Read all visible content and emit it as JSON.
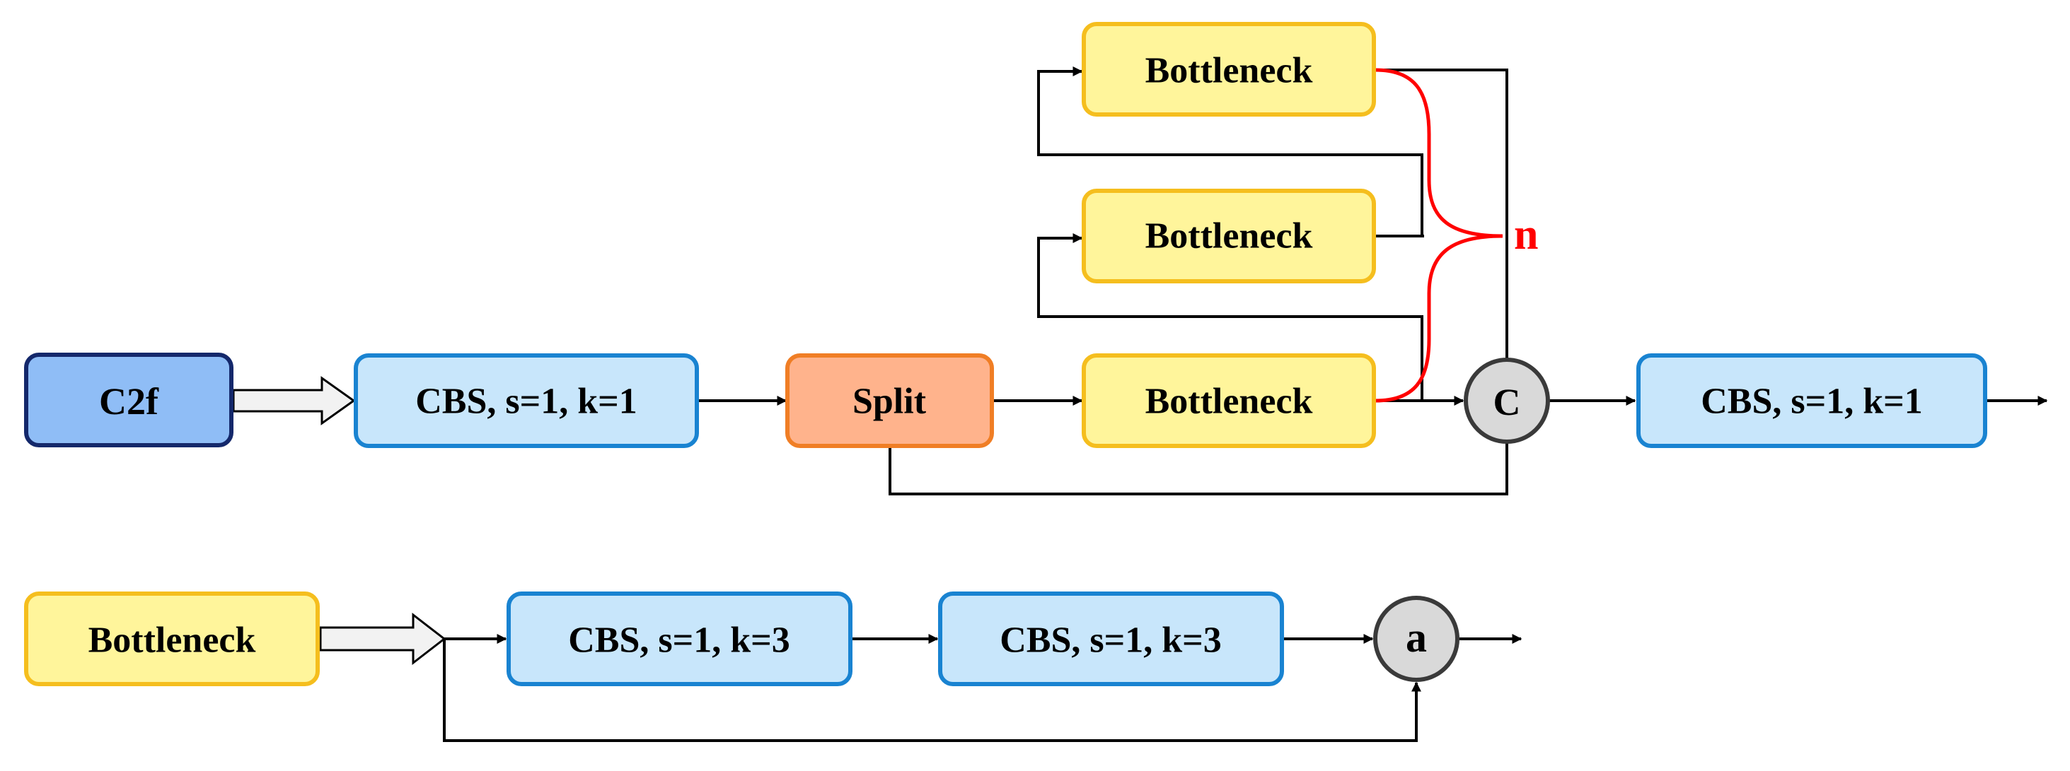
{
  "top_row": {
    "c2f": "C2f",
    "cbs_in": "CBS, s=1, k=1",
    "split": "Split",
    "bottleneck_1": "Bottleneck",
    "bottleneck_2": "Bottleneck",
    "bottleneck_3": "Bottleneck",
    "repeat_label": "n",
    "concat": "C",
    "cbs_out": "CBS, s=1, k=1"
  },
  "bottom_row": {
    "bottleneck": "Bottleneck",
    "cbs_1": "CBS, s=1, k=3",
    "cbs_2": "CBS, s=1, k=3",
    "add": "a"
  },
  "colors": {
    "c2f_fill": "#8fbdf6",
    "c2f_stroke": "#14286b",
    "cbs_fill": "#c8e6fb",
    "cbs_stroke": "#1983d1",
    "split_fill": "#ffb38c",
    "split_stroke": "#f07e25",
    "bottleneck_fill": "#fff59b",
    "bottleneck_stroke": "#f5be1e",
    "node_fill": "#d9d9d9",
    "node_stroke": "#3a3a3a",
    "repeat_brace": "#ff0000",
    "line": "#000000"
  }
}
